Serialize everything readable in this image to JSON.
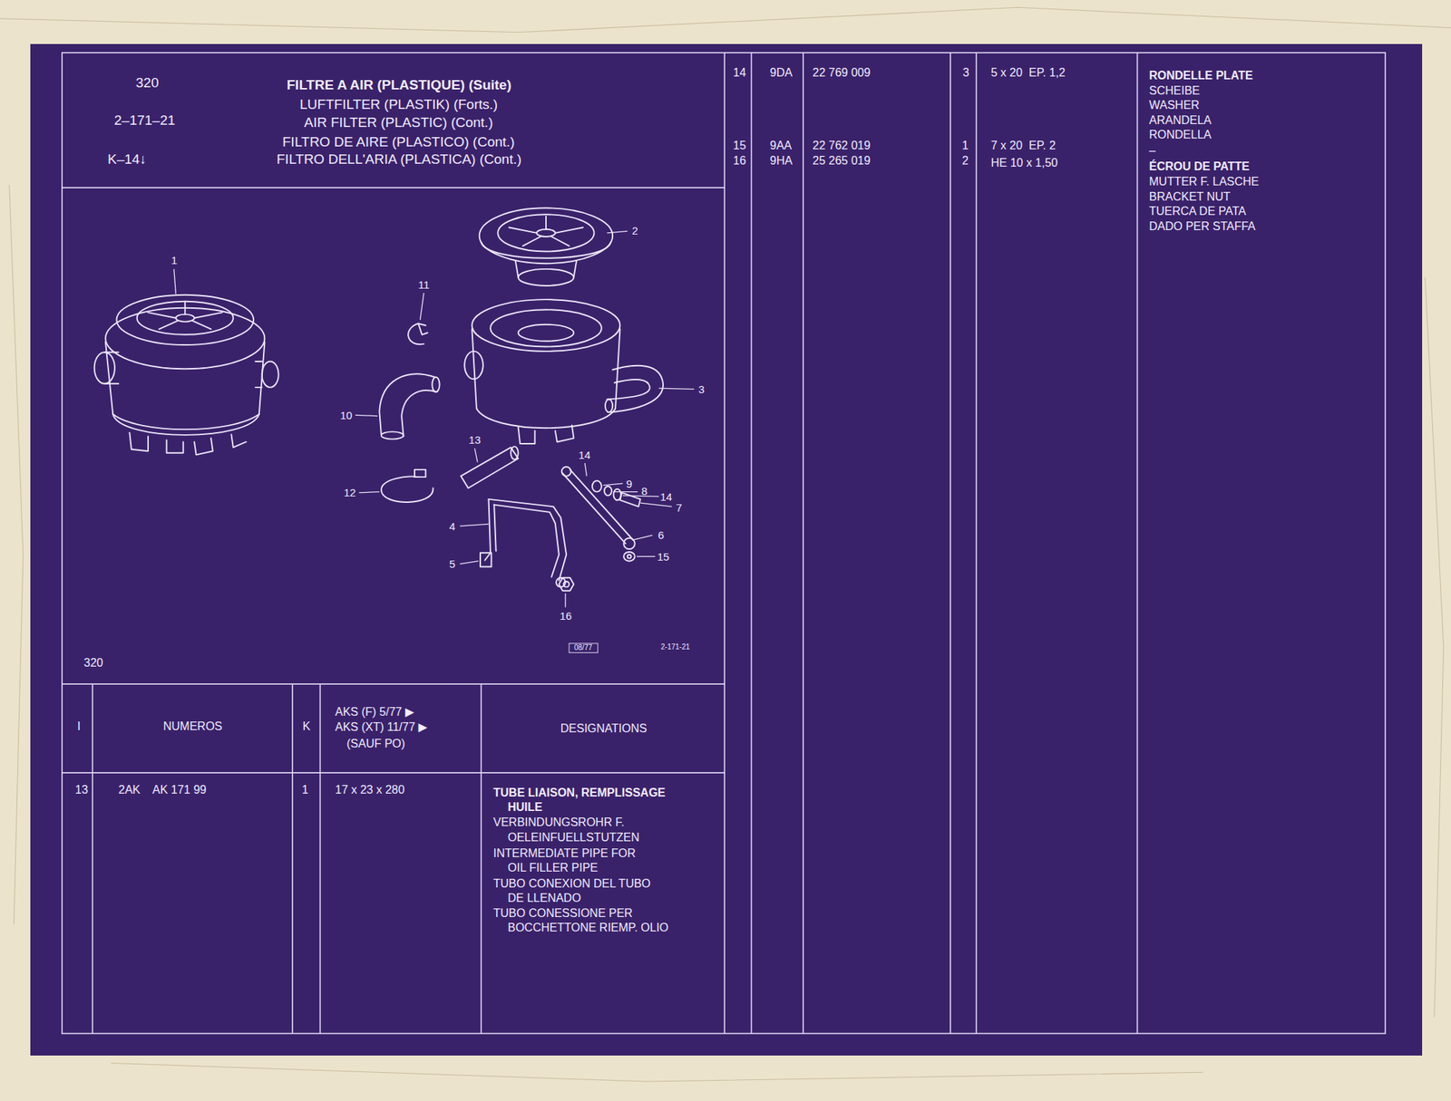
{
  "diagram": {
    "title": "FILTRE A AIR (PLASTIQUE) (Suite)",
    "labels": [
      "320",
      "2–171–21",
      "K–14↓",
      "LUFTFILTER (PLASTIK) (Forts.)",
      "AIR FILTER (PLASTIC) (Cont.)",
      "FILTRO DE AIRE (PLASTICO) (Cont.)",
      "FILTRO DELL'ARIA (PLASTICA) (Cont.)",
      "14",
      "9DA",
      "22 769 009",
      "3",
      "5 x 20  EP. 1,2",
      "RONDELLE PLATE",
      "SCHEIBE",
      "WASHER",
      "ARANDELA",
      "RONDELLA",
      "–",
      "15",
      "9AA",
      "22 762 019",
      "1",
      "7 x 20  EP. 2",
      "16",
      "9HA",
      "25 265 019",
      "2",
      "HE 10 x 1,50",
      "ÉCROU DE PATTE",
      "MUTTER F. LASCHE",
      "BRACKET NUT",
      "TUERCA DE PATA",
      "DADO PER STAFFA",
      "1",
      "2",
      "11",
      "3",
      "10",
      "13",
      "14",
      "9",
      "8",
      "14",
      "7",
      "12",
      "4",
      "6",
      "15",
      "5",
      "16",
      "08/77",
      "2-171-21",
      "320",
      "I",
      "NUMEROS",
      "K",
      "AKS (F) 5/77 ▶",
      "AKS (XT) 11/77 ▶",
      "(SAUF PO)",
      "DESIGNATIONS",
      "13",
      "2AK",
      "AK 171 99",
      "1",
      "17 x 23 x 280",
      "TUBE LIAISON, REMPLISSAGE",
      "HUILE",
      "VERBINDUNGSROHR F.",
      "OELEINFUELLSTUTZEN",
      "INTERMEDIATE PIPE FOR",
      "OIL FILLER PIPE",
      "TUBO CONEXION DEL TUBO",
      "DE LLENADO",
      "TUBO CONESSIONE PER",
      "BOCCHETTONE RIEMP. OLIO"
    ]
  }
}
